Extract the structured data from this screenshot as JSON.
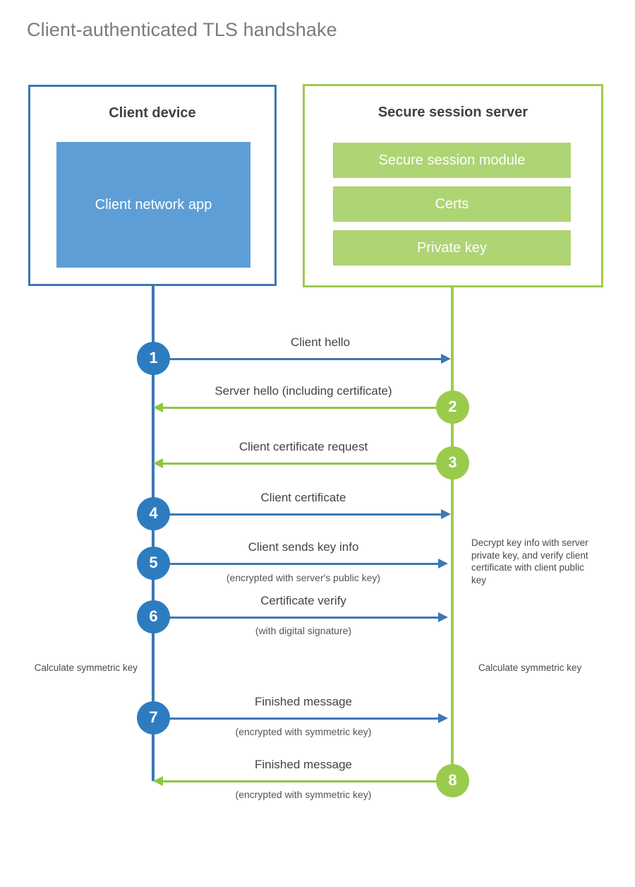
{
  "title": "Client-authenticated TLS handshake",
  "colors": {
    "blue_border": "#3b78b4",
    "blue_fill": "#5e9ed6",
    "blue_circle": "#2e7cc0",
    "green_border": "#9ccb4e",
    "green_fill": "#aed474",
    "green_circle": "#9acb4c",
    "green_arrow": "#8dc63f",
    "title_text": "#7b7b7b",
    "body_text": "#444444"
  },
  "client": {
    "title": "Client device",
    "app_label": "Client network app"
  },
  "server": {
    "title": "Secure session server",
    "blocks": [
      {
        "label": "Secure session module"
      },
      {
        "label": "Certs"
      },
      {
        "label": "Private key"
      }
    ]
  },
  "steps": [
    {
      "number": "1",
      "direction": "client-to-server",
      "color": "blue",
      "label": "Client hello",
      "sublabel": ""
    },
    {
      "number": "2",
      "direction": "server-to-client",
      "color": "green",
      "label": "Server hello (including certificate)",
      "sublabel": ""
    },
    {
      "number": "3",
      "direction": "server-to-client",
      "color": "green",
      "label": "Client certificate request",
      "sublabel": ""
    },
    {
      "number": "4",
      "direction": "client-to-server",
      "color": "blue",
      "label": "Client certificate",
      "sublabel": ""
    },
    {
      "number": "5",
      "direction": "client-to-server",
      "color": "blue",
      "label": "Client sends key info",
      "sublabel": "(encrypted with server's public key)"
    },
    {
      "number": "6",
      "direction": "client-to-server",
      "color": "blue",
      "label": "Certificate verify",
      "sublabel": "(with digital signature)"
    },
    {
      "number": "7",
      "direction": "client-to-server",
      "color": "blue",
      "label": "Finished message",
      "sublabel": "(encrypted with symmetric key)"
    },
    {
      "number": "8",
      "direction": "server-to-client",
      "color": "green",
      "label": "Finished message",
      "sublabel": "(encrypted with symmetric key)"
    }
  ],
  "notes": {
    "server_decrypt": "Decrypt key info with server private key, and verify client certificate with client public key",
    "client_symmetric_key": "Calculate symmetric key",
    "server_symmetric_key": "Calculate symmetric key"
  }
}
